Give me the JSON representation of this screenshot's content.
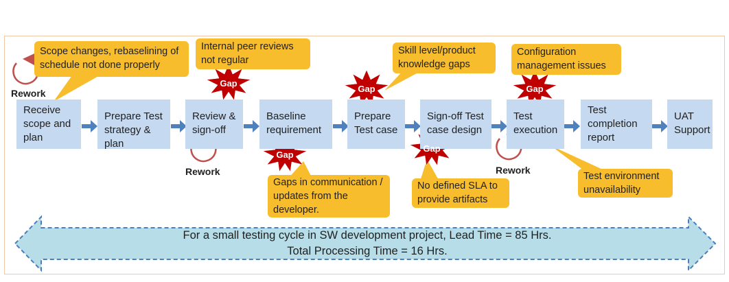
{
  "steps": [
    {
      "label": "Receive scope and plan"
    },
    {
      "label": "Prepare Test strategy & plan"
    },
    {
      "label": "Review & sign-off"
    },
    {
      "label": "Baseline requirement"
    },
    {
      "label": "Prepare Test case"
    },
    {
      "label": "Sign-off Test case design"
    },
    {
      "label": "Test execution"
    },
    {
      "label": "Test completion report"
    },
    {
      "label": "UAT Support"
    }
  ],
  "notes": {
    "scope": "Scope changes, rebaselining of schedule not done properly",
    "peer": "Internal peer reviews not regular",
    "skill": "Skill level/product knowledge gaps",
    "config": "Configuration management issues",
    "comm": "Gaps in communication / updates from the developer.",
    "sla": "No defined SLA to provide artifacts",
    "env": "Test environment unavailability"
  },
  "gap_label": "Gap",
  "rework_label": "Rework",
  "lead_time": {
    "line1": "For a small testing cycle  in SW development project, Lead Time = 85 Hrs.",
    "line2": "Total Processing Time = 16 Hrs."
  },
  "colors": {
    "box": "#c5d9f1",
    "note": "#f8bd2c",
    "gap_star": "#c00000",
    "arrow": "#4f81bd",
    "banner": "#b7dde8"
  }
}
